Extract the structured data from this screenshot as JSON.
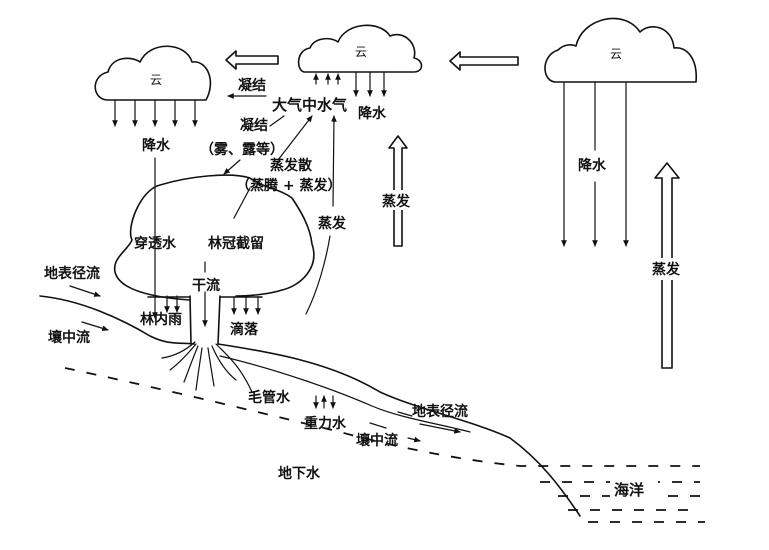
{
  "diagram": {
    "type": "forest water cycle",
    "colors": {
      "ink": "#111111",
      "background": "#ffffff"
    },
    "clouds": [
      {
        "id": "left",
        "label": "云"
      },
      {
        "id": "middle",
        "label": "云"
      },
      {
        "id": "right",
        "label": "云"
      }
    ],
    "labels": {
      "condensation_top": "凝结",
      "atmospheric_vapor": "大气中水气",
      "condensation_fog": "凝结",
      "fog_dew": "（雾、露等）",
      "precip_left": "降水",
      "precip_middle": "降水",
      "precip_right": "降水",
      "transpiration": "蒸发散",
      "transpiration_detail": "（蒸腾 + 蒸发）",
      "evaporation_forest": "蒸发",
      "evaporation_land": "蒸发",
      "evaporation_ocean": "蒸发",
      "throughfall": "穿透水",
      "canopy_interception": "林冠截留",
      "stemflow": "干流",
      "forest_rain": "林内雨",
      "drip": "滴落",
      "surface_runoff_left": "地表径流",
      "interflow_left": "壤中流",
      "capillary_water": "毛管水",
      "gravity_water": "重力水",
      "surface_runoff_right": "地表径流",
      "interflow_right": "壤中流",
      "groundwater": "地下水",
      "ocean": "海洋"
    }
  }
}
